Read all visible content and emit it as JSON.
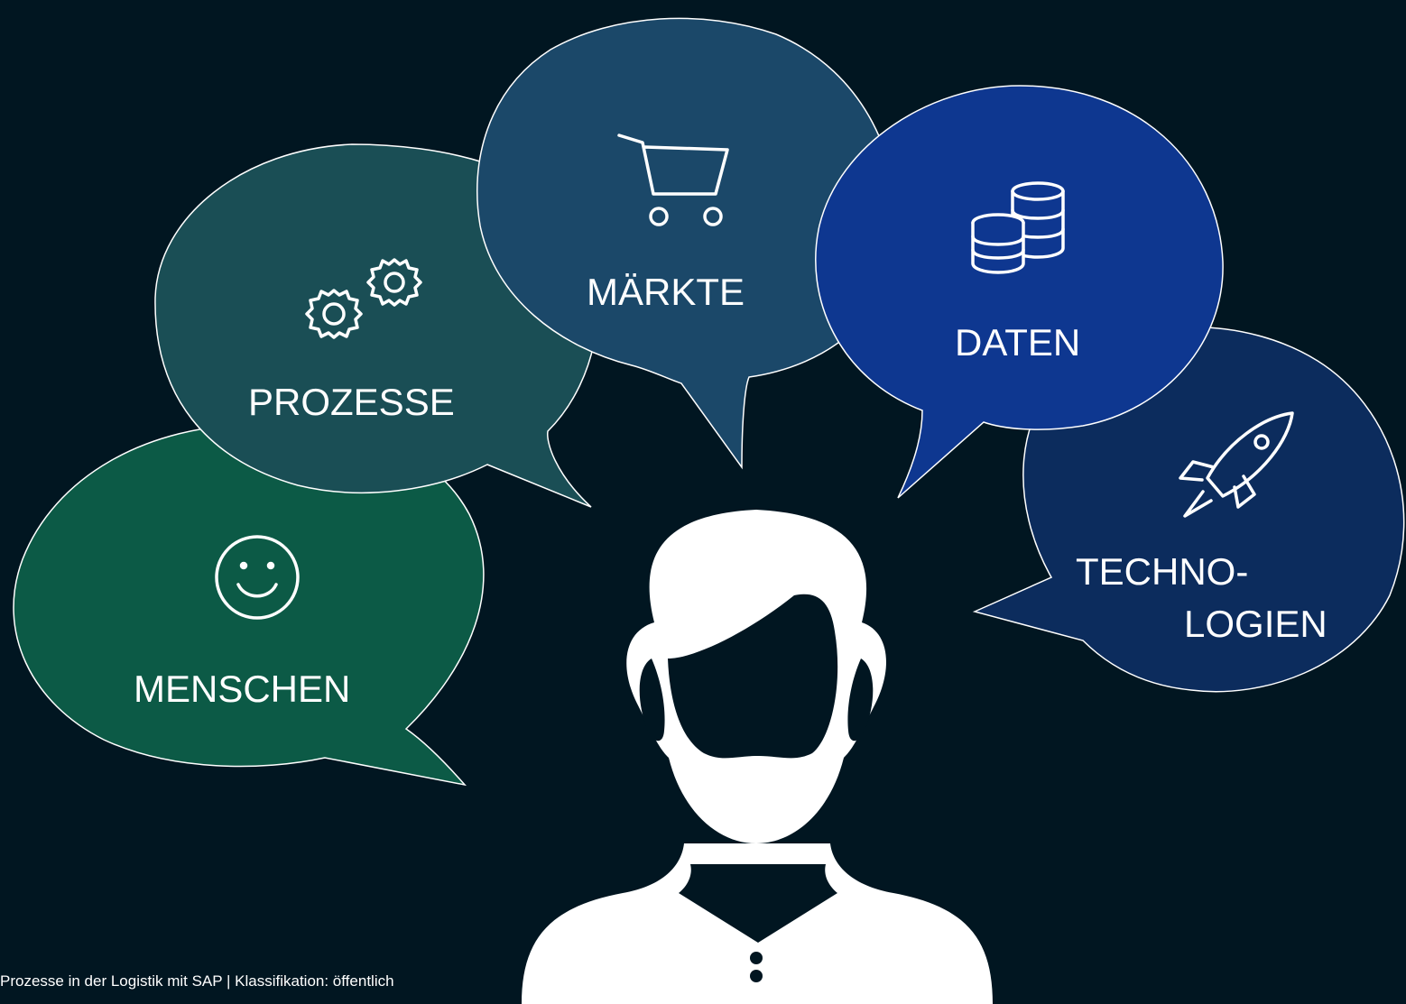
{
  "bubbles": {
    "menschen": {
      "label": "MENSCHEN",
      "icon": "smiley-icon",
      "color": "#0c5a46"
    },
    "prozesse": {
      "label": "PROZESSE",
      "icon": "gears-icon",
      "color": "#1a4e55"
    },
    "maerkte": {
      "label": "MÄRKTE",
      "icon": "shopping-cart-icon",
      "color": "#1b4869"
    },
    "daten": {
      "label": "DATEN",
      "icon": "coin-stack-icon",
      "color": "#0e3790"
    },
    "technologien": {
      "label_line1": "TECHNO-",
      "label_line2": "LOGIEN",
      "icon": "rocket-icon",
      "color": "#0c2c5d"
    }
  },
  "person": {
    "icon": "bearded-person-icon",
    "color": "#ffffff"
  },
  "footer": {
    "text": "Prozesse in der Logistik mit SAP | Klassifikation: öffentlich"
  },
  "colors": {
    "background": "#011621",
    "outline": "#ffffff"
  }
}
